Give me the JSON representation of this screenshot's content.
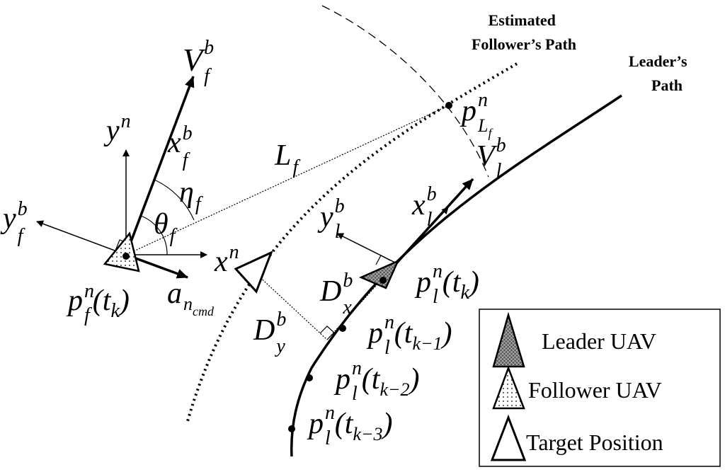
{
  "paths": {
    "estimated_follower": [
      "Estimated",
      "Follower’s Path"
    ],
    "leader": [
      "Leader’s",
      "Path"
    ]
  },
  "follower_labels": {
    "V": "V",
    "V_sup": "b",
    "V_sub": "f",
    "yn": "y",
    "yn_sup": "n",
    "xb": "x",
    "xb_sup": "b",
    "xb_sub": "f",
    "yb": "y",
    "yb_sup": "b",
    "yb_sub": "f",
    "eta": "η",
    "eta_sub": "f",
    "theta": "θ",
    "theta_sub": "f",
    "xn": "x",
    "xn_sup": "n",
    "a": "a",
    "a_sub": "n",
    "a_subsub": "cmd",
    "p": "p",
    "p_sup": "n",
    "p_sub": "f",
    "p_arg": "(t",
    "p_argsub": "k",
    "p_close": ")"
  },
  "relative_labels": {
    "L": "L",
    "L_sub": "f",
    "pL": "p",
    "pL_sup": "n",
    "pL_sub": "L",
    "pL_subsub": "f",
    "Dx": "D",
    "Dx_sup": "b",
    "Dx_sub": "x",
    "Dy": "D",
    "Dy_sup": "b",
    "Dy_sub": "y"
  },
  "leader_labels": {
    "V": "V",
    "V_sup": "b",
    "V_sub": "l",
    "xb": "x",
    "xb_sup": "b",
    "xb_sub": "l",
    "yb": "y",
    "yb_sup": "b",
    "yb_sub": "l",
    "p": "p",
    "p_sup": "n",
    "p_sub": "l",
    "tk": "(t",
    "tk_sub": "k",
    "close": ")",
    "tk1_sub": "k−1",
    "tk2_sub": "k−2",
    "tk3_sub": "k−3"
  },
  "legend": {
    "leader": "Leader UAV",
    "follower": "Follower UAV",
    "target": "Target Position"
  }
}
